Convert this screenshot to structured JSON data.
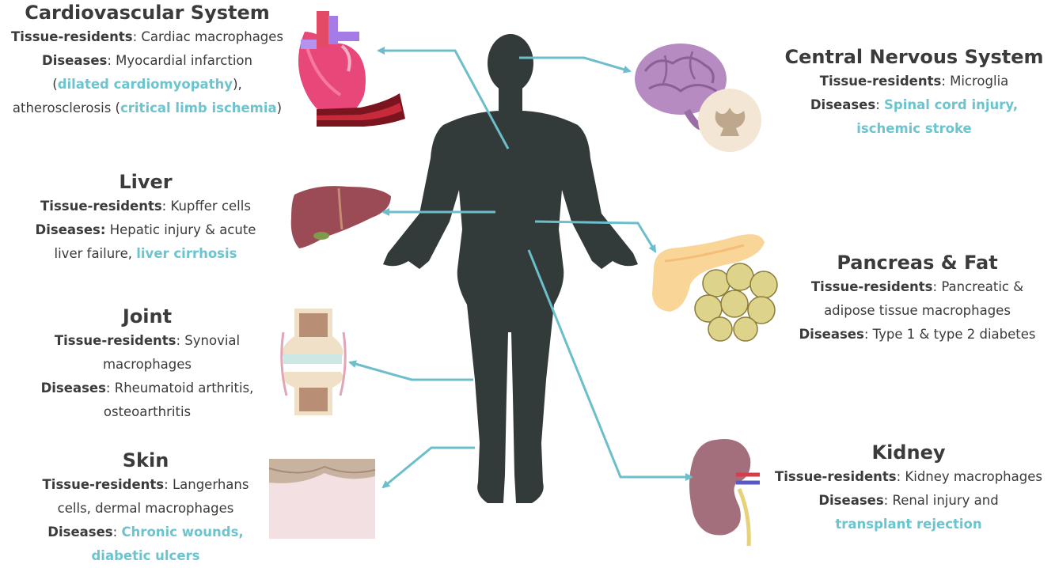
{
  "sections": {
    "cardiovascular": {
      "title": "Cardiovascular System",
      "residents_label": "Tissue-residents",
      "residents": ": Cardiac macrophages",
      "diseases_label": "Diseases",
      "d1": ": Myocardial infarction",
      "d2_open": "(",
      "d2_hl": "dilated cardiomyopathy",
      "d2_close": "),",
      "d3_pre": "atherosclerosis (",
      "d3_hl": "critical limb ischemia",
      "d3_close": ")"
    },
    "cns": {
      "title": "Central Nervous System",
      "residents_label": "Tissue-residents",
      "residents": ": Microglia",
      "diseases_label": "Diseases",
      "d1_sep": ": ",
      "d1_hl": "Spinal cord injury,",
      "d2_hl": "ischemic stroke"
    },
    "liver": {
      "title": "Liver",
      "residents_label": "Tissue-residents",
      "residents": ": Kupffer cells",
      "diseases_label": "Diseases:",
      "d1": " Hepatic injury & acute",
      "d2_pre": "liver failure, ",
      "d2_hl": "liver cirrhosis"
    },
    "pancreas": {
      "title": "Pancreas & Fat",
      "residents_label": "Tissue-residents",
      "residents": ": Pancreatic &",
      "residents2": "adipose tissue macrophages",
      "diseases_label": "Diseases",
      "d1": ": Type 1 & type 2 diabetes"
    },
    "joint": {
      "title": "Joint",
      "residents_label": "Tissue-residents",
      "residents": ": Synovial",
      "residents2": "macrophages",
      "diseases_label": "Diseases",
      "d1": ": Rheumatoid arthritis,",
      "d2": "osteoarthritis"
    },
    "skin": {
      "title": "Skin",
      "residents_label": "Tissue-residents",
      "residents": ": Langerhans",
      "residents2": "cells, dermal macrophages",
      "diseases_label": "Diseases",
      "d1_sep": ": ",
      "d1_hl": "Chronic wounds,",
      "d2_hl": "diabetic ulcers"
    },
    "kidney": {
      "title": "Kidney",
      "residents_label": "Tissue-residents",
      "residents": ": Kidney macrophages",
      "diseases_label": "Diseases",
      "d1": ": Renal injury and",
      "d2_hl": "transplant rejection"
    }
  },
  "colors": {
    "body": "#333b3a",
    "arrow": "#6cbecb",
    "highlight": "#6cc4cf",
    "text": "#3a3a3a"
  },
  "icons": [
    "heart-icon",
    "artery-icon",
    "brain-icon",
    "spinal-cord-icon",
    "liver-icon",
    "pancreas-icon",
    "fat-cells-icon",
    "joint-icon",
    "skin-icon",
    "kidney-icon"
  ]
}
